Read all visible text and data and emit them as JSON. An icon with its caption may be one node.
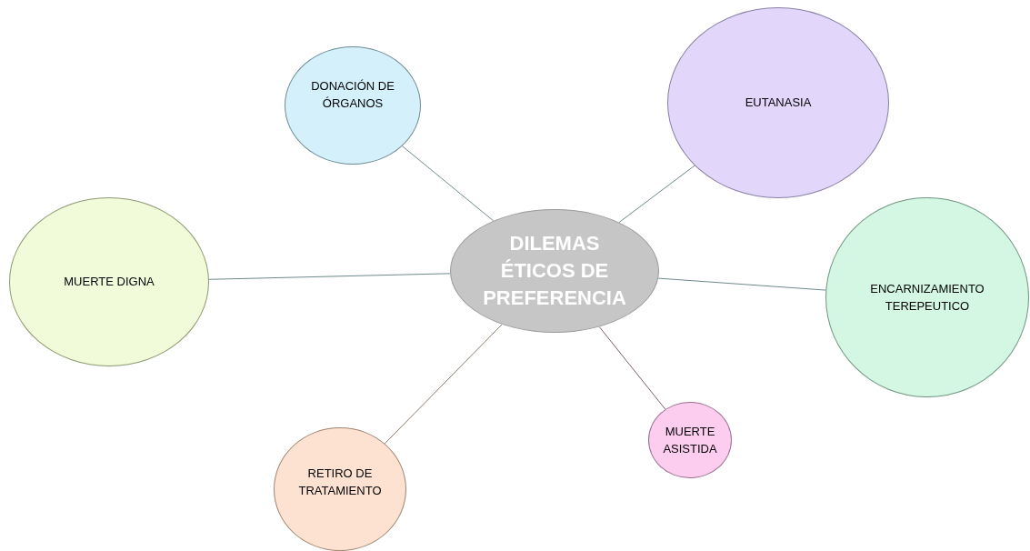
{
  "diagram": {
    "nodes": [
      {
        "text": [
          "DILEMAS ÉTICOS DE PREFERENCIA"
        ]
      },
      {
        "text": [
          "DONACIÓN DE ÓRGANOS"
        ]
      },
      {
        "text": [
          "EUTANASIA"
        ]
      },
      {
        "text": [
          "MUERTE DIGNA"
        ]
      },
      {
        "text": [
          "ENCARNIZAMIENTO TEREPEUTICO"
        ]
      },
      {
        "text": [
          "MUERTE ASISTIDA"
        ]
      },
      {
        "text": [
          "RETIRO DE TRATAMIENTO"
        ]
      }
    ],
    "edges": [
      {
        "from": 0,
        "to": 1,
        "arrow": "none"
      },
      {
        "from": 0,
        "to": 2,
        "arrow": "none"
      },
      {
        "from": 0,
        "to": 3,
        "arrow": "none"
      },
      {
        "from": 0,
        "to": 4,
        "arrow": "none"
      },
      {
        "from": 0,
        "to": 5,
        "arrow": "none",
        "color": "#7d5f6e"
      },
      {
        "from": 0,
        "to": 6,
        "arrow": "none",
        "color": "#8a7a66"
      }
    ]
  }
}
